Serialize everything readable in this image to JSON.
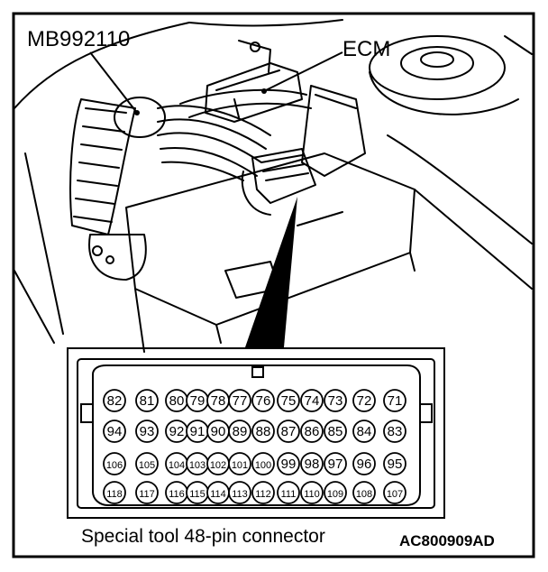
{
  "labels": {
    "tool": "MB992110",
    "ecm": "ECM",
    "caption": "Special tool 48-pin connector",
    "figure_code": "AC800909AD"
  },
  "connector": {
    "rows": [
      [
        "82",
        "81",
        "80",
        "79",
        "78",
        "77",
        "76",
        "75",
        "74",
        "73",
        "72",
        "71"
      ],
      [
        "94",
        "93",
        "92",
        "91",
        "90",
        "89",
        "88",
        "87",
        "86",
        "85",
        "84",
        "83"
      ],
      [
        "106",
        "105",
        "104",
        "103",
        "102",
        "101",
        "100",
        "99",
        "98",
        "97",
        "96",
        "95"
      ],
      [
        "118",
        "117",
        "116",
        "115",
        "114",
        "113",
        "112",
        "111",
        "110",
        "109",
        "108",
        "107"
      ]
    ]
  }
}
